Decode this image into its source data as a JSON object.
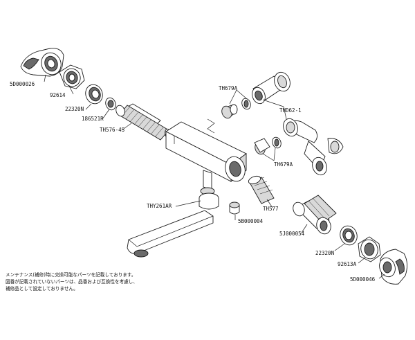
{
  "parts": [
    {
      "id": "handle-left",
      "code": "5D000026"
    },
    {
      "id": "cover-plate-left",
      "code": "92614"
    },
    {
      "id": "nut-left",
      "code": "22320N"
    },
    {
      "id": "spindle-ring",
      "code": "186521R"
    },
    {
      "id": "thermo-cartridge",
      "code": "TH576-4S"
    },
    {
      "id": "valve-upper",
      "code": "TH679A"
    },
    {
      "id": "elbow-fitting",
      "code": "THD62-1"
    },
    {
      "id": "valve-lower",
      "code": "TH679A"
    },
    {
      "id": "spout",
      "code": "THY261AR"
    },
    {
      "id": "screw-cap",
      "code": "5B000004"
    },
    {
      "id": "filter",
      "code": "TH577"
    },
    {
      "id": "mix-cartridge",
      "code": "5J000054"
    },
    {
      "id": "nut-right",
      "code": "22320N"
    },
    {
      "id": "cover-plate-right",
      "code": "92613A"
    },
    {
      "id": "handle-right",
      "code": "5D000046"
    }
  ],
  "note": {
    "line1": "メンテナンス(補修)時に交換可能なパーツを記載しております。",
    "line2": "図番が記載されていないパーツは、品番および互換性を考慮し、",
    "line3": "補修品として設定しておりません。"
  }
}
